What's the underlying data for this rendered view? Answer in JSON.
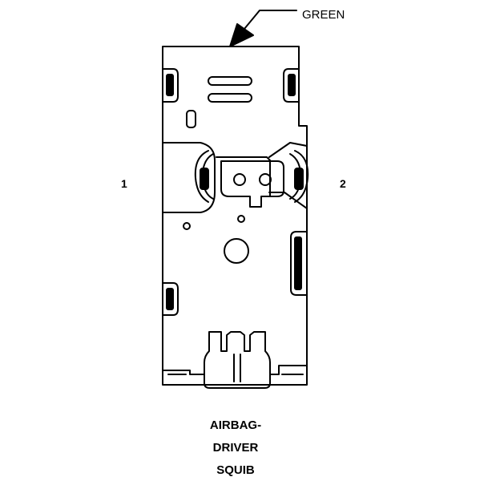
{
  "callout": {
    "text": "GREEN"
  },
  "pins": {
    "left": "1",
    "right": "2"
  },
  "title": {
    "line1": "AIRBAG-",
    "line2": "DRIVER",
    "line3": "SQUIB"
  },
  "colors": {
    "line": "#000000",
    "background": "#ffffff"
  }
}
